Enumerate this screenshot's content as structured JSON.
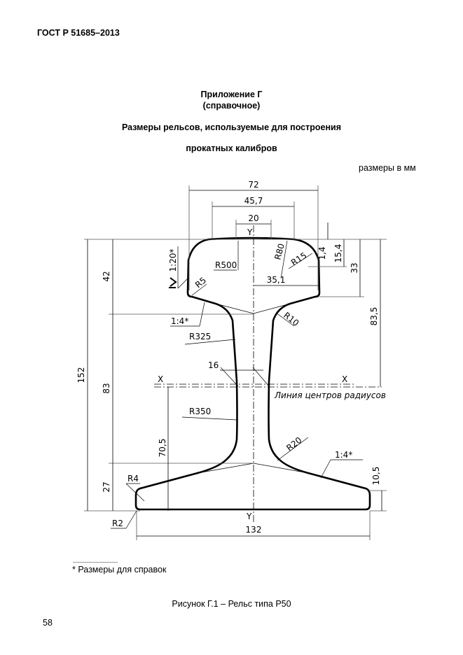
{
  "header": {
    "standard": "ГОСТ Р 51685–2013"
  },
  "appendix": {
    "title": "Приложение Г",
    "subtitle": "(справочное)",
    "heading_line1": "Размеры рельсов, используемые для построения",
    "heading_line2": "прокатных калибров"
  },
  "units_note": "размеры в мм",
  "drawing": {
    "width_dims": {
      "head_total": "72",
      "head_mid": "45,7",
      "head_top": "20",
      "base": "132"
    },
    "height_dims": {
      "total": "152",
      "head": "42",
      "web": "83",
      "base": "27",
      "neutral_axis": "70,5",
      "head_right": "33",
      "to_axis": "83,5",
      "right_upper": "15,4",
      "right_top": "1,4",
      "base_edge": "10,5",
      "head_half": "35,1"
    },
    "radii": {
      "top": "R500",
      "r80": "R80",
      "r15": "R15",
      "r5": "R5",
      "r10": "R10",
      "r325": "R325",
      "r350": "R350",
      "r20": "R20",
      "r4": "R4",
      "r2": "R2"
    },
    "slopes": {
      "head_side": "1:20*",
      "head_under": "1:4*",
      "base_top": "1:4*"
    },
    "web_thickness": "16",
    "axis_labels": {
      "x_left": "X",
      "x_right": "X",
      "y_top": "Y",
      "y_bottom": "Y"
    },
    "centers_line_label": "Линия центров радиусов"
  },
  "footnote": "* Размеры для справок",
  "caption": "Рисунок Г.1 – Рельс типа Р50",
  "page_number": "58"
}
